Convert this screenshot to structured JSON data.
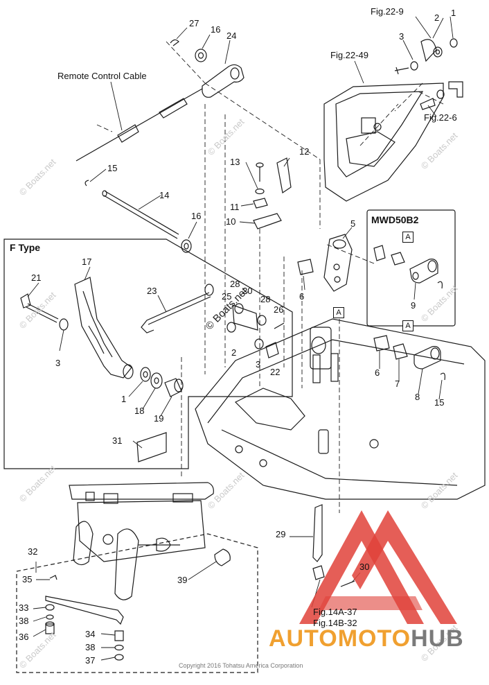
{
  "figure_refs": {
    "fig_22_9": "Fig.22-9",
    "fig_22_49": "Fig.22-49",
    "fig_22_6": "Fig.22-6",
    "fig_14a_37": "Fig.14A-37",
    "fig_14b_32": "Fig.14B-32"
  },
  "callouts": {
    "remote_control_cable": "Remote Control Cable",
    "f_type": "F Type",
    "mwd50b2": "MWD50B2",
    "box_a": "A"
  },
  "part_numbers": {
    "n1": "1",
    "n2": "2",
    "n3": "3",
    "n5": "5",
    "n6": "6",
    "n7": "7",
    "n8": "8",
    "n9": "9",
    "n10": "10",
    "n11": "11",
    "n12": "12",
    "n13": "13",
    "n14": "14",
    "n15": "15",
    "n16": "16",
    "n17": "17",
    "n18": "18",
    "n19": "19",
    "n20": "20",
    "n21": "21",
    "n22": "22",
    "n23": "23",
    "n24": "24",
    "n25": "25",
    "n26": "26",
    "n27": "27",
    "n28": "28",
    "n29": "29",
    "n30": "30",
    "n31": "31",
    "n32": "32",
    "n33": "33",
    "n34": "34",
    "n35": "35",
    "n36": "36",
    "n37": "37",
    "n38": "38",
    "n39": "39"
  },
  "watermark": "© Boats.net",
  "watermark_center": "© Boats.net",
  "copyright": "Copyright 2016 Tohatsu America Corporation",
  "logo": {
    "part1": "AUTOMOTO",
    "part2": "HUB",
    "accent_color": "#e0423a",
    "orange_color": "#f0a030",
    "gray_color": "#7a7a7a"
  }
}
